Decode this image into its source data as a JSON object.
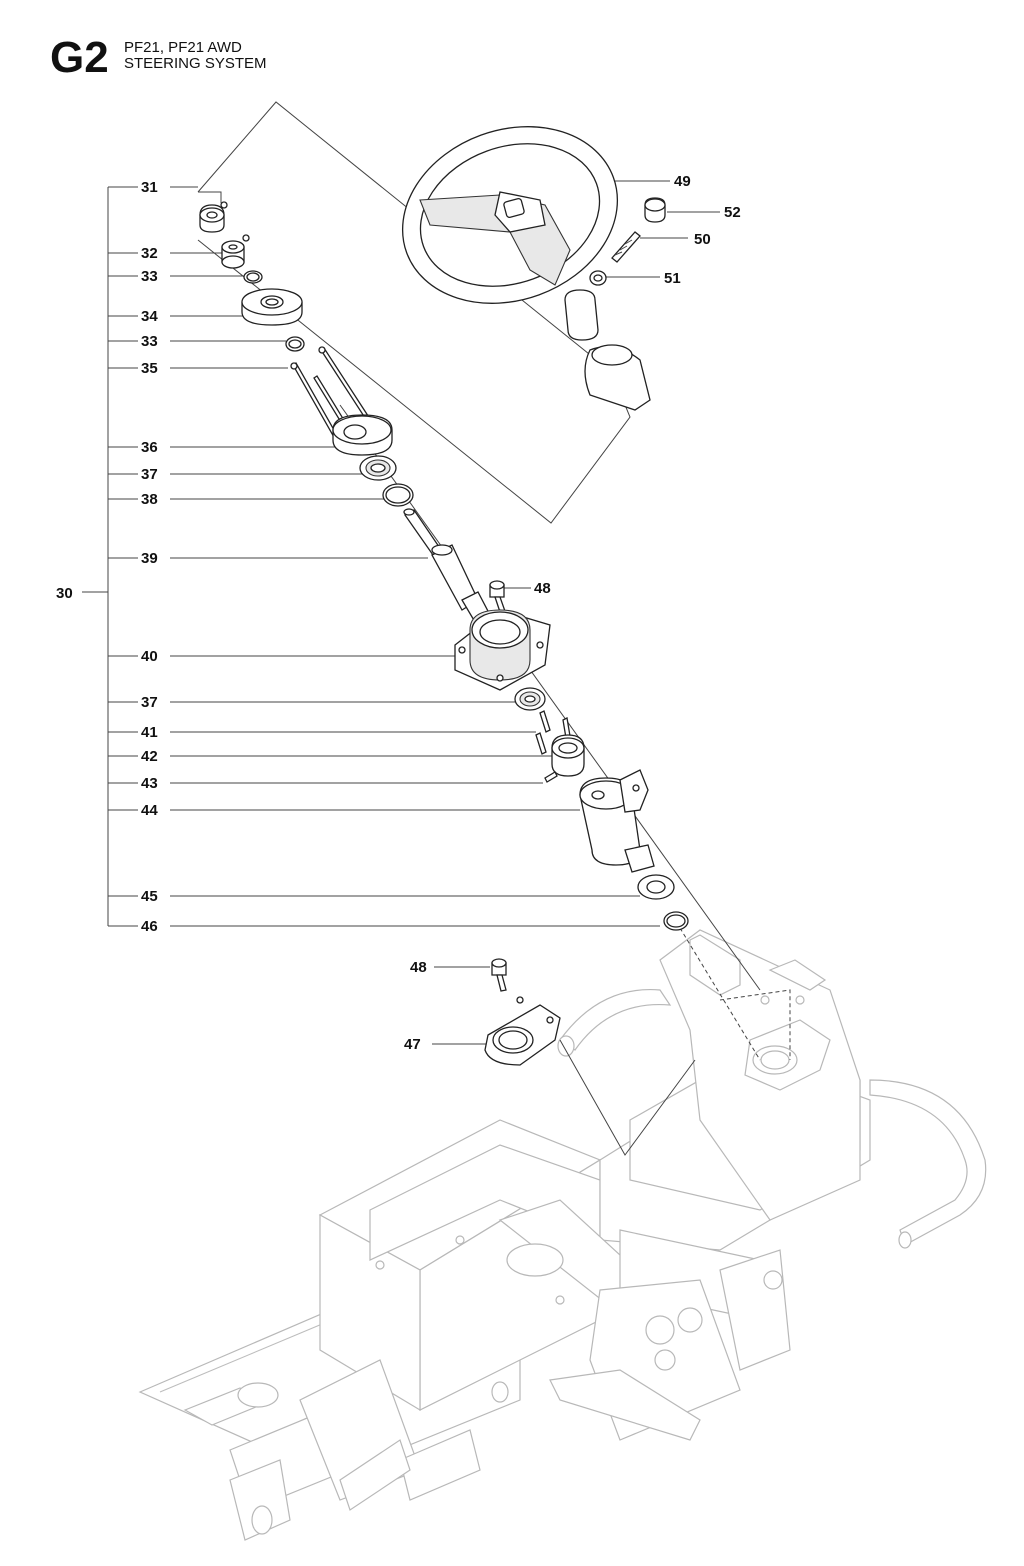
{
  "header": {
    "code": "G2",
    "model": "PF21, PF21 AWD",
    "section": "STEERING SYSTEM"
  },
  "callouts": {
    "group": "30",
    "left_column": [
      "31",
      "32",
      "33",
      "34",
      "33",
      "35",
      "36",
      "37",
      "38",
      "39",
      "40",
      "37",
      "41",
      "42",
      "43",
      "44",
      "45",
      "46"
    ],
    "bolt_upper": "48",
    "bolt_lower": "48",
    "bracket": "47",
    "wheel": "49",
    "spring": "50",
    "nut": "51",
    "cap": "52"
  }
}
